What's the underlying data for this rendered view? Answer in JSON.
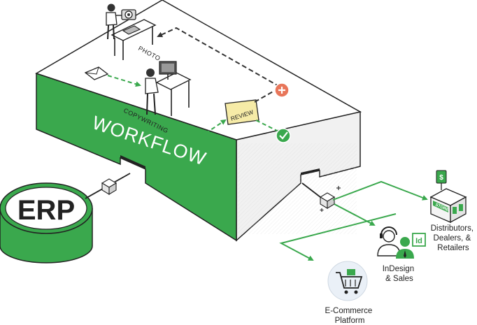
{
  "platform": {
    "name": "WORKFLOW"
  },
  "stages": {
    "photo": "PHOTO",
    "copywriting": "COPYWRITING",
    "review": "REVIEW"
  },
  "erp": {
    "label": "ERP"
  },
  "outputs": {
    "distributors": [
      "Distributors,",
      "Dealers, &",
      "Retailers"
    ],
    "indesign": [
      "InDesign",
      "& Sales"
    ],
    "ecommerce": [
      "E-Commerce",
      "Platform"
    ],
    "store_sign": "STORE",
    "indesign_badge": "Id"
  },
  "colors": {
    "green": "#3aa84d",
    "green_dark": "#2a8a3b",
    "reject": "#e8765a",
    "review_note": "#f6eba7"
  }
}
